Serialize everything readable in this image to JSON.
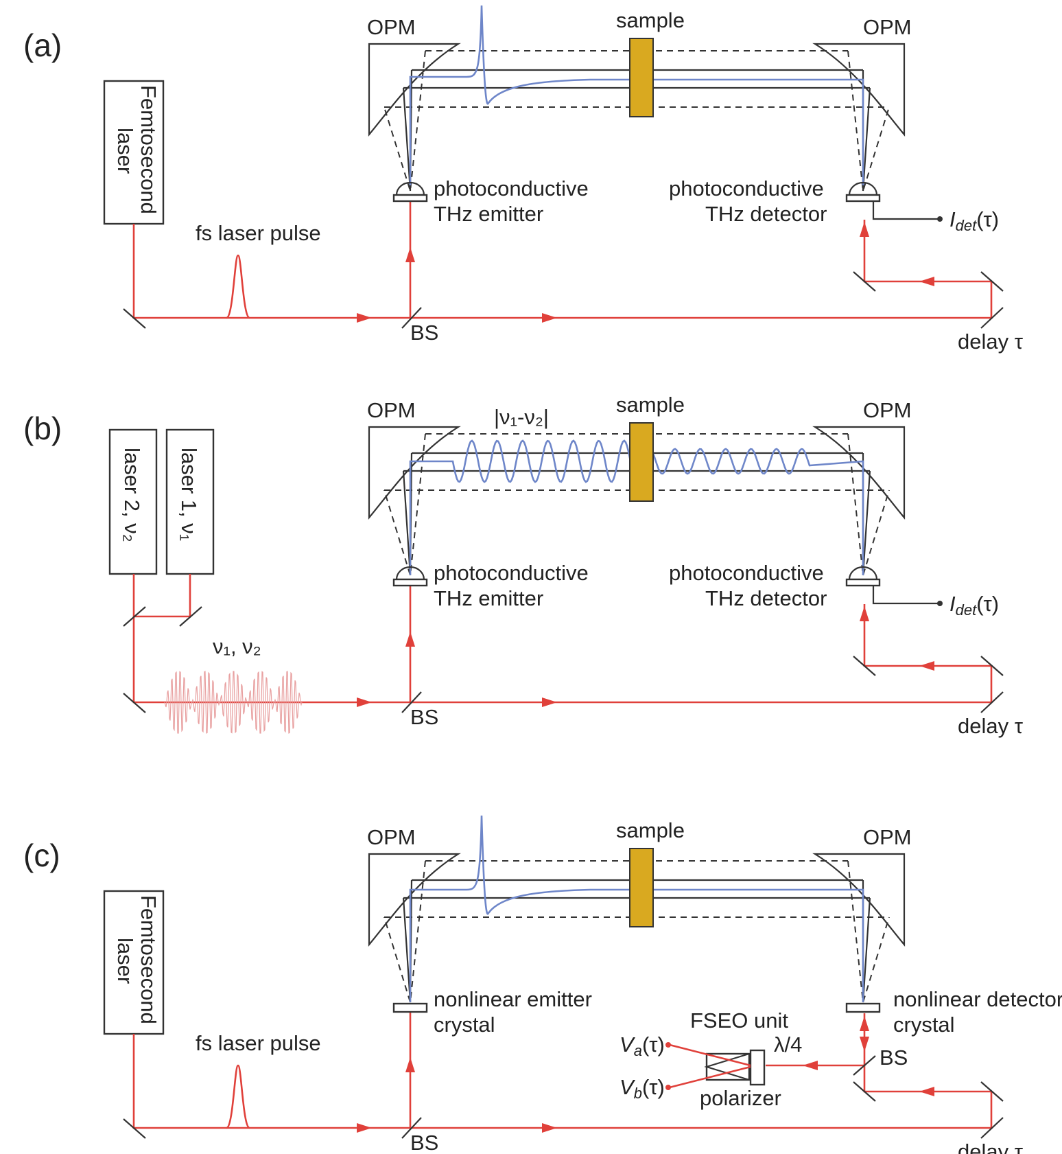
{
  "panels": [
    {
      "id": "a",
      "label": "(a)",
      "laser_box_label": "Femtosecond\nlaser",
      "pulse_label": "fs laser pulse",
      "opm_left": "OPM",
      "opm_right": "OPM",
      "sample_label": "sample",
      "emitter_label": [
        "photoconductive",
        "THz emitter"
      ],
      "detector_label": [
        "photoconductive",
        "THz detector"
      ],
      "bs_label": "BS",
      "delay_label": "delay τ",
      "signal_label_main": "I",
      "signal_label_sub": "det",
      "signal_label_arg": "(τ)"
    },
    {
      "id": "b",
      "label": "(b)",
      "laser1_label": "laser 1, ν₁",
      "laser2_label": "laser 2, ν₂",
      "beat_label": "|ν₁-ν₂|",
      "freq_label": "ν₁, ν₂",
      "opm_left": "OPM",
      "opm_right": "OPM",
      "sample_label": "sample",
      "emitter_label": [
        "photoconductive",
        "THz emitter"
      ],
      "detector_label": [
        "photoconductive",
        "THz detector"
      ],
      "bs_label": "BS",
      "delay_label": "delay τ",
      "signal_label_main": "I",
      "signal_label_sub": "det",
      "signal_label_arg": "(τ)"
    },
    {
      "id": "c",
      "label": "(c)",
      "laser_box_label": "Femtosecond\nlaser",
      "pulse_label": "fs laser pulse",
      "opm_left": "OPM",
      "opm_right": "OPM",
      "sample_label": "sample",
      "emitter_label": [
        "nonlinear emitter",
        "crystal"
      ],
      "detector_label": [
        "nonlinear detector",
        "crystal"
      ],
      "fseo_label": "FSEO unit",
      "waveplate_label": "λ/4",
      "polarizer_label": "polarizer",
      "va_main": "V",
      "va_sub": "a",
      "va_arg": "(τ)",
      "vb_main": "V",
      "vb_sub": "b",
      "vb_arg": "(τ)",
      "bs_label": "BS",
      "bs2_label": "BS",
      "delay_label": "delay τ"
    }
  ],
  "colors": {
    "laser_beam": "#e0403a",
    "thz_beam": "#6e86c9",
    "sample": "#d9a920",
    "pink_wave": "#e8a0a0"
  }
}
